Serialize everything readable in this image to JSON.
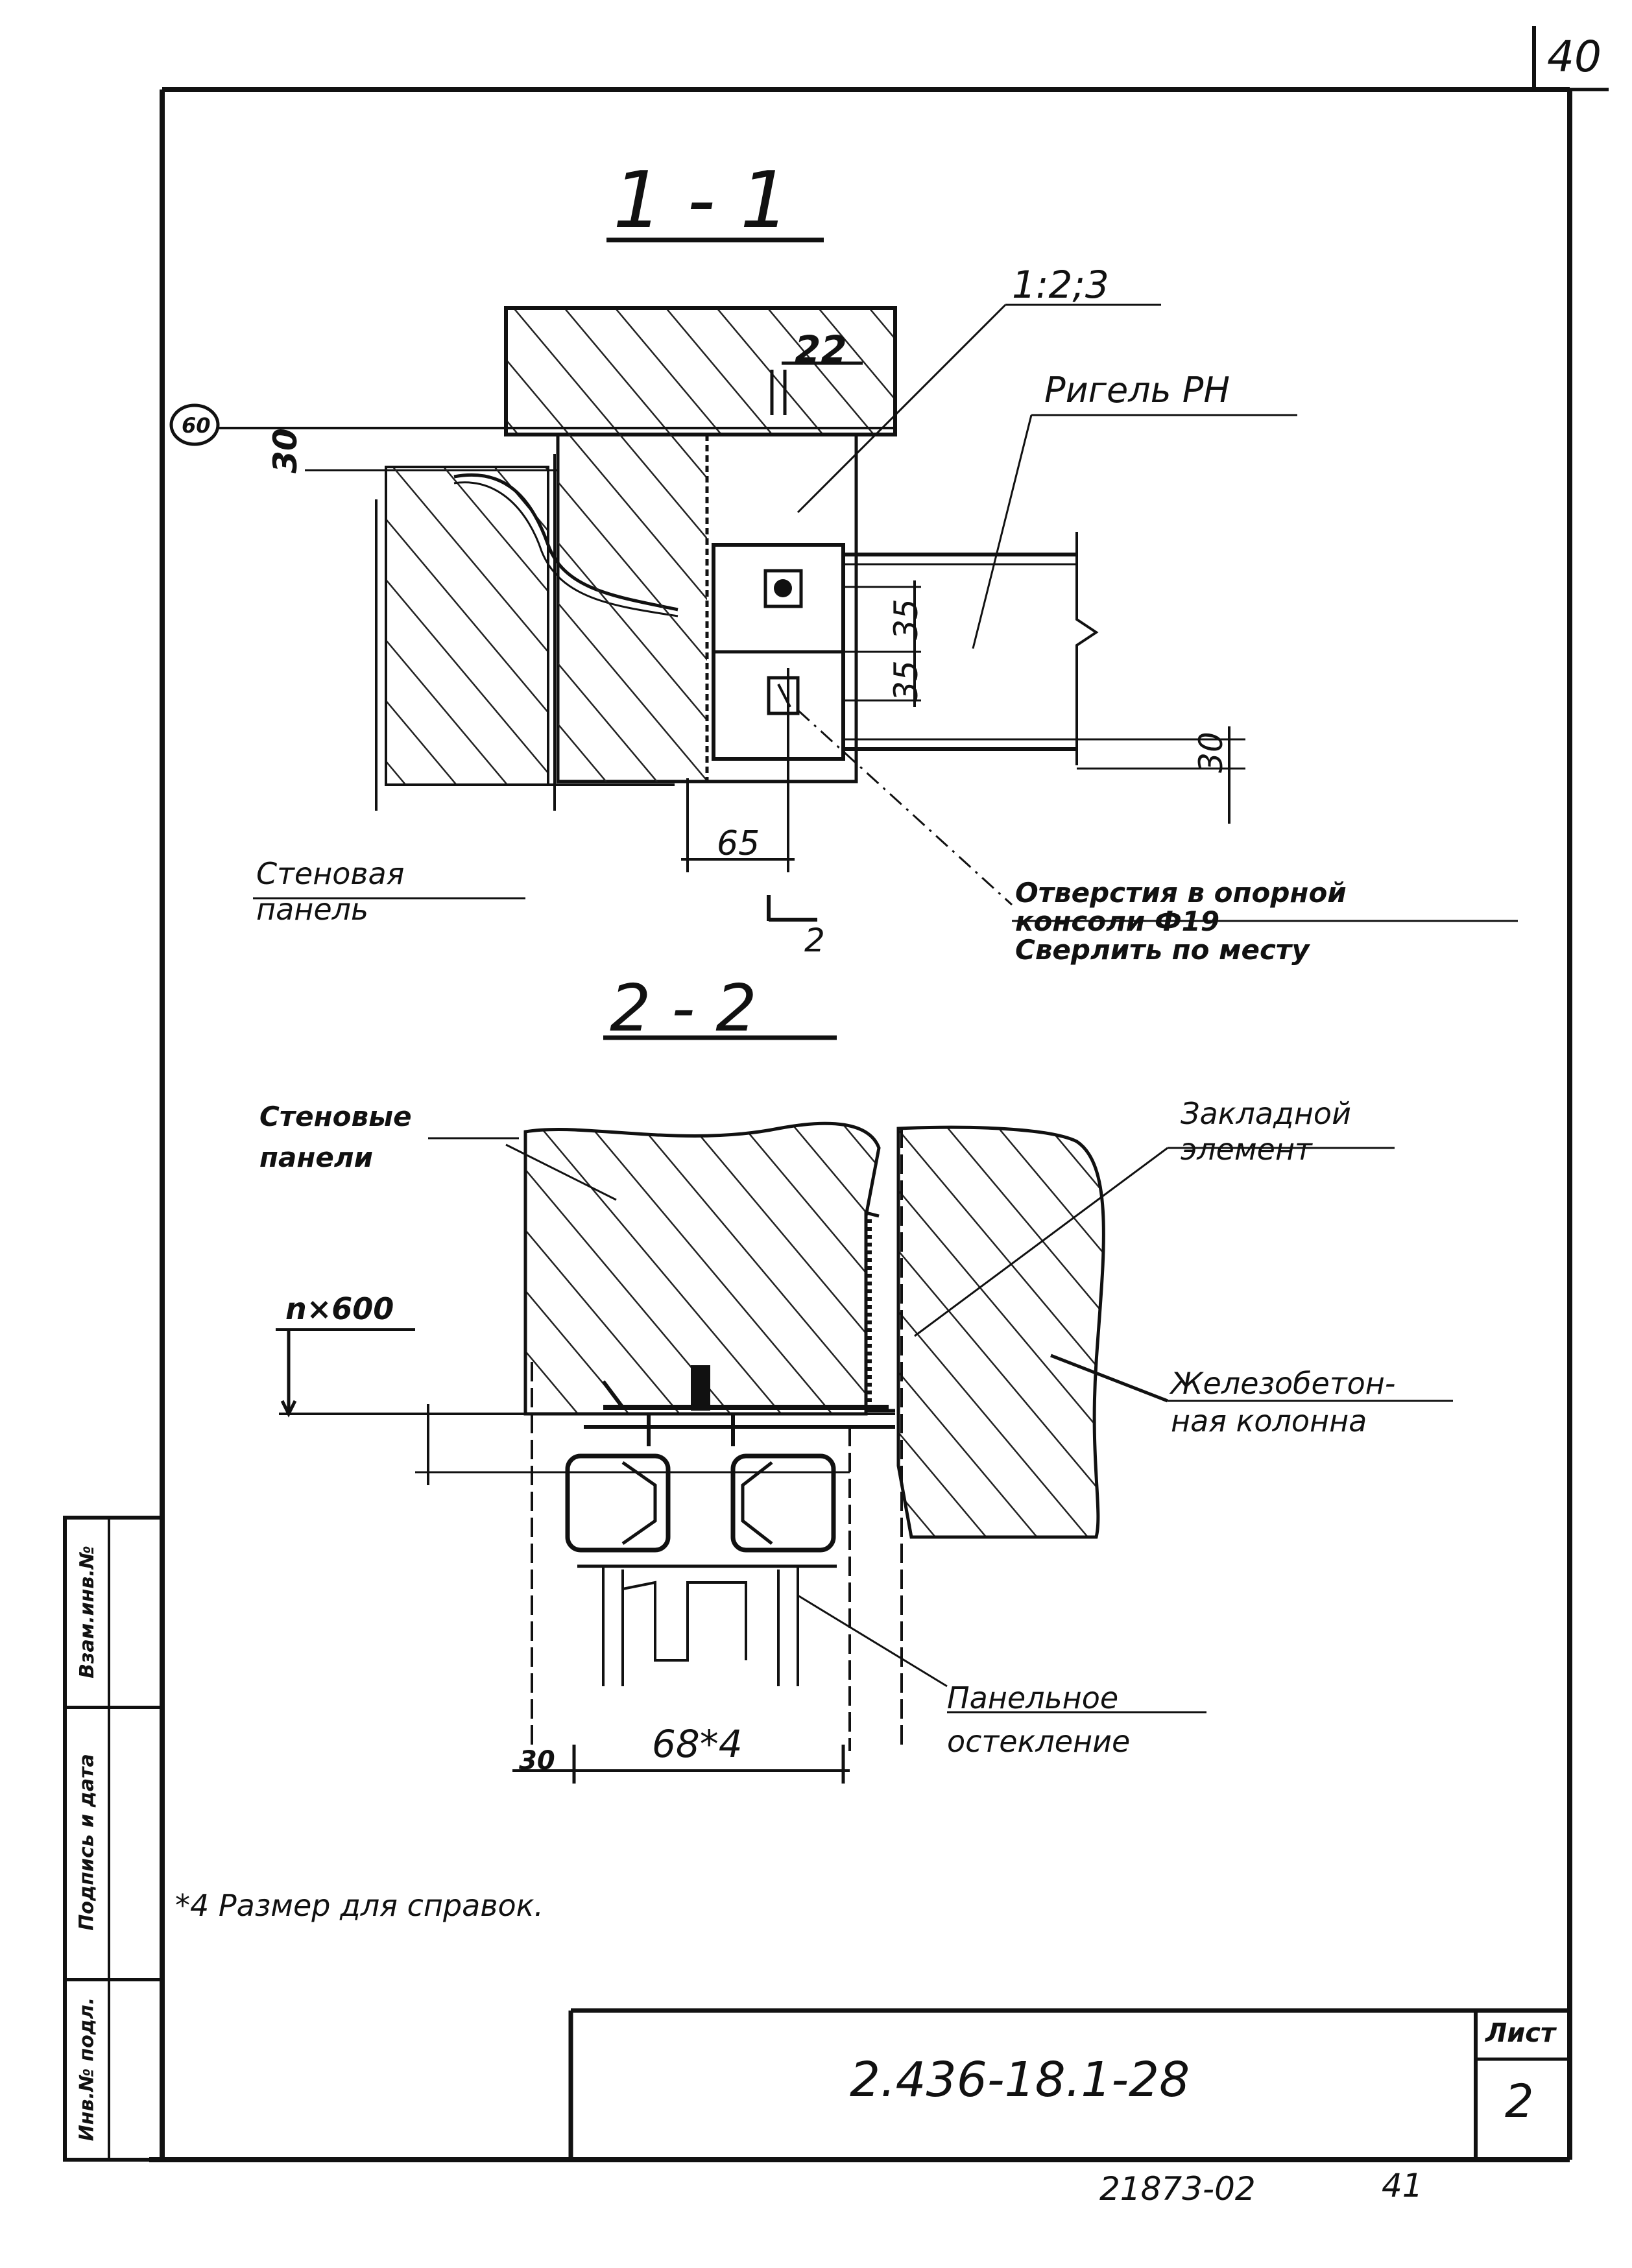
{
  "sheet_number_corner": "40",
  "sections": {
    "s1_title": "1 - 1",
    "s2_title": "2 - 2"
  },
  "labels": {
    "callout_123": "1:2;3",
    "rigel": "Ригель РН",
    "wall_panel": "Стеновая панель",
    "holes_note_line1": "Отверстия в опорной",
    "holes_note_line2": "консоли Ф19",
    "holes_note_line3": "Сверлить по месту",
    "wall_panels": "Стеновые панели",
    "embedded_element_line1": "Закладной",
    "embedded_element_line2": "элемент",
    "rc_column_line1": "Железобетон-",
    "rc_column_line2": "ная колонна",
    "panel_glazing_line1": "Панельное",
    "panel_glazing_line2": "остекление",
    "level": "n×600",
    "footnote": "*4 Размер для справок."
  },
  "dimensions": {
    "d22": "22",
    "d30_top": "30",
    "d35_a": "35",
    "d35_b": "35",
    "d30_right": "30",
    "d65": "65",
    "section_mark": "2",
    "d30_bottom": "30",
    "d68": "68*4"
  },
  "callout_marker": "60",
  "title_block": {
    "code": "2.436-18.1-28",
    "sheet_label": "Лист",
    "sheet_number": "2",
    "inventory": "21873-02",
    "page": "41"
  },
  "stamp": {
    "inv_orig": "Инв.№ подл.",
    "sign_date": "Подпись и дата",
    "replace_inv": "Взам.инв.№"
  }
}
